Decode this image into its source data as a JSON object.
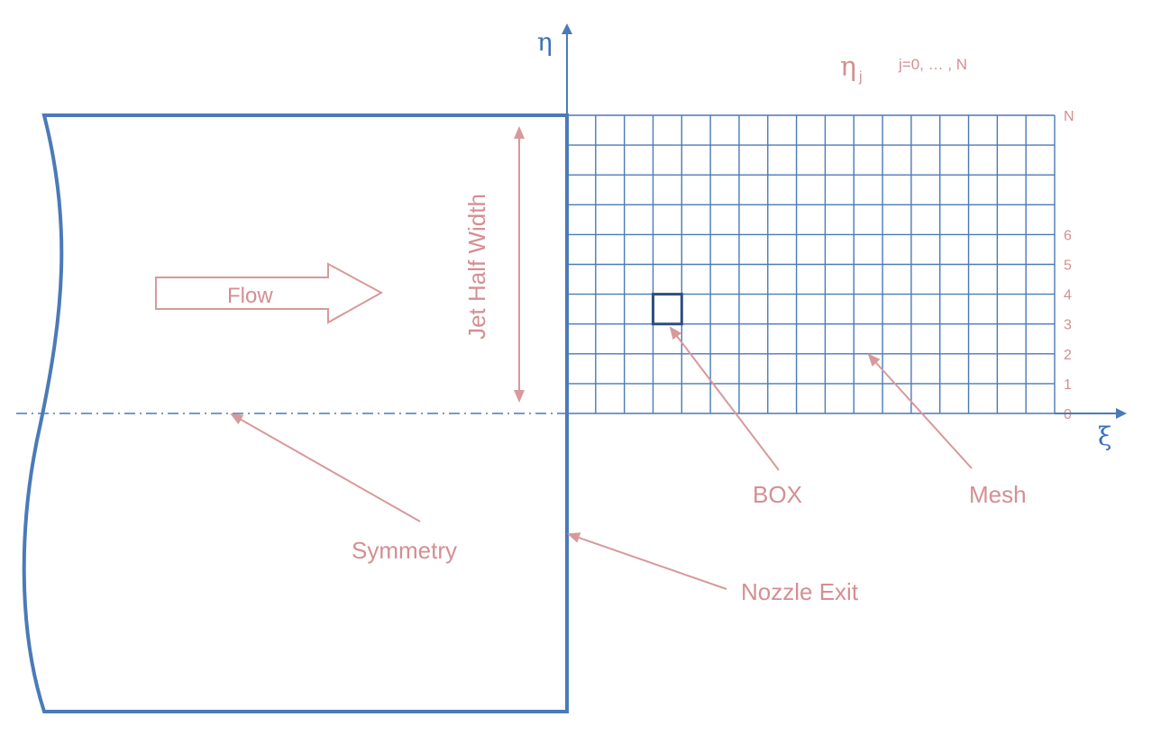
{
  "labels": {
    "eta_axis": "η",
    "xi_axis": "ξ",
    "eta_j_symbol": "η",
    "eta_j_subscript": "j",
    "eta_j_range": "j=0, … , N",
    "flow": "Flow",
    "jet_half_width": "Jet Half Width",
    "box": "BOX",
    "mesh": "Mesh",
    "symmetry": "Symmetry",
    "nozzle_exit": "Nozzle Exit"
  },
  "mesh": {
    "columns": 17,
    "rows": 10,
    "row_labels": [
      "0",
      "1",
      "2",
      "3",
      "4",
      "5",
      "6",
      "N"
    ],
    "highlighted_cell": {
      "column": 3,
      "row": 3
    }
  },
  "colors": {
    "structure": "#4a7ab8",
    "annotation": "#d8999b",
    "annotation_text": "#d48f92",
    "axis_label": "#3a72b4",
    "box_highlight": "#2e4e7e"
  }
}
